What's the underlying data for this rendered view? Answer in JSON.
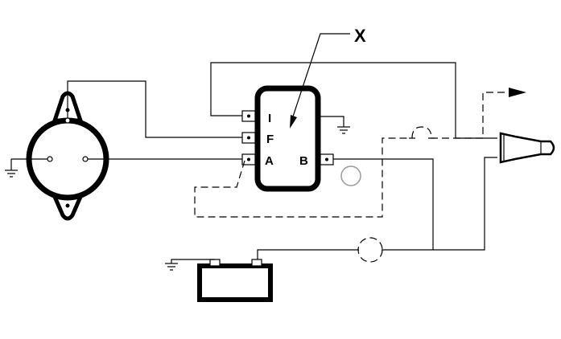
{
  "diagram": {
    "callout_label": "X",
    "terminals": {
      "i": "I",
      "f": "F",
      "a": "A",
      "b": "B"
    },
    "colors": {
      "line": "#000000",
      "indicator_circle": "#999999",
      "background": "#ffffff"
    },
    "icons": [
      "ground-symbol",
      "battery",
      "alternator",
      "regulator",
      "lamp",
      "connector",
      "arrow"
    ]
  }
}
